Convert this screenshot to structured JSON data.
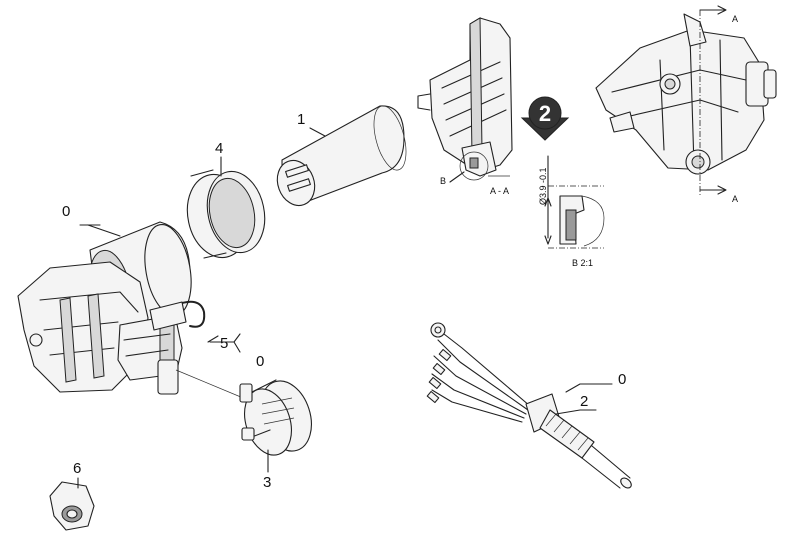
{
  "callouts": {
    "p0_motor": "0",
    "p1": "1",
    "p2": "2",
    "p0_cable": "0",
    "p3": "3",
    "p4": "4",
    "p5": "5",
    "p0_ring": "0",
    "p6": "6"
  },
  "detail": {
    "badge": "2",
    "section_label": "A - A",
    "marker_b": "B",
    "marker_a_top": "A",
    "marker_a_bottom": "A",
    "dimension": "Ø3.9 -0.1",
    "detail_scale": "B 2:1"
  },
  "colors": {
    "line": "#222222",
    "badge": "#333333"
  }
}
